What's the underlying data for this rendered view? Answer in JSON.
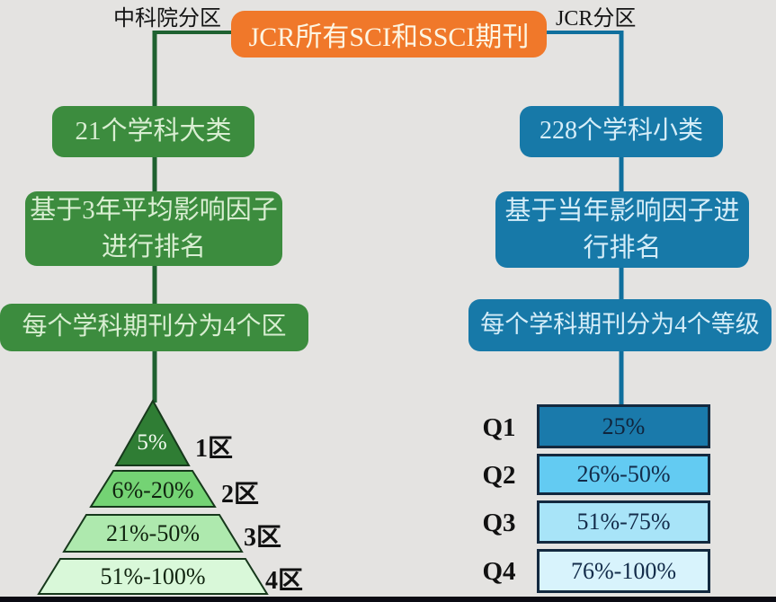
{
  "header": {
    "left_label": "中科院分区",
    "root_title": "JCR所有SCI和SSCI期刊",
    "right_label": "JCR分区"
  },
  "left_branch": {
    "boxes": [
      {
        "lines": [
          "21个学科大类"
        ]
      },
      {
        "lines": [
          "基于3年平均影响因子",
          "进行排名"
        ]
      },
      {
        "lines": [
          "每个学科期刊分为4个区"
        ]
      }
    ],
    "pyramid_tiers": [
      {
        "range": "5%",
        "label": "1区",
        "fill": "#2f7d34"
      },
      {
        "range": "6%-20%",
        "label": "2区",
        "fill": "#74d374"
      },
      {
        "range": "21%-50%",
        "label": "3区",
        "fill": "#aee9ae"
      },
      {
        "range": "51%-100%",
        "label": "4区",
        "fill": "#d9f8d9"
      }
    ]
  },
  "right_branch": {
    "boxes": [
      {
        "lines": [
          "228个学科小类"
        ]
      },
      {
        "lines": [
          "基于当年影响因子进",
          "行排名"
        ]
      },
      {
        "lines": [
          "每个学科期刊分为4个等级"
        ]
      }
    ],
    "quartile_tiers": [
      {
        "label": "Q1",
        "range": "25%",
        "fill": "#1a7aab"
      },
      {
        "label": "Q2",
        "range": "26%-50%",
        "fill": "#63cbf2"
      },
      {
        "label": "Q3",
        "range": "51%-75%",
        "fill": "#a8e4f8"
      },
      {
        "label": "Q4",
        "range": "76%-100%",
        "fill": "#d8f3fc"
      }
    ]
  },
  "colors": {
    "background": "#e4e3e1",
    "root_orange": "#f0782a",
    "green_box": "#3c8c3e",
    "green_line": "#1e6130",
    "blue_box": "#1779a8",
    "blue_line": "#0f6f9d",
    "bar_border": "#13293f",
    "bottom_bar": "#0b0b13"
  }
}
